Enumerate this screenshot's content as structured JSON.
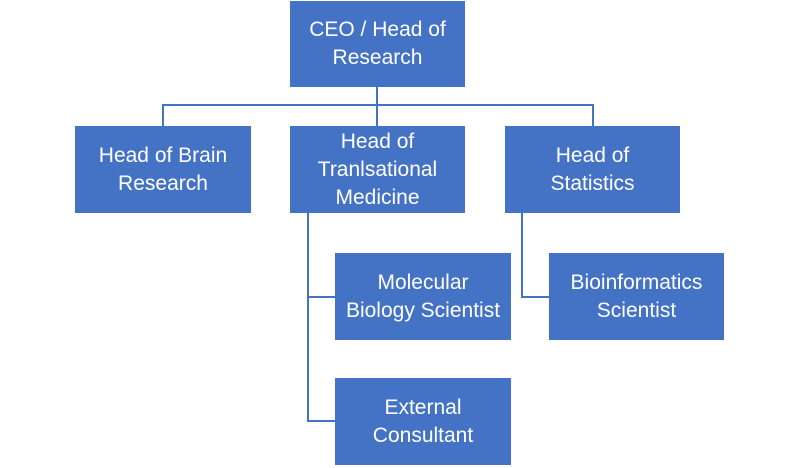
{
  "colors": {
    "node_fill": "#4472c4",
    "node_text": "#ffffff",
    "connector": "#4472c4",
    "background": "#ffffff"
  },
  "nodes": {
    "ceo": "CEO / Head of\nResearch",
    "brain": "Head of Brain\nResearch",
    "translational": "Head of\nTranlsational\nMedicine",
    "statistics": "Head of\nStatistics",
    "molecular": "Molecular\nBiology Scientist",
    "consultant": "External\nConsultant",
    "bioinformatics": "Bioinformatics\nScientist"
  }
}
